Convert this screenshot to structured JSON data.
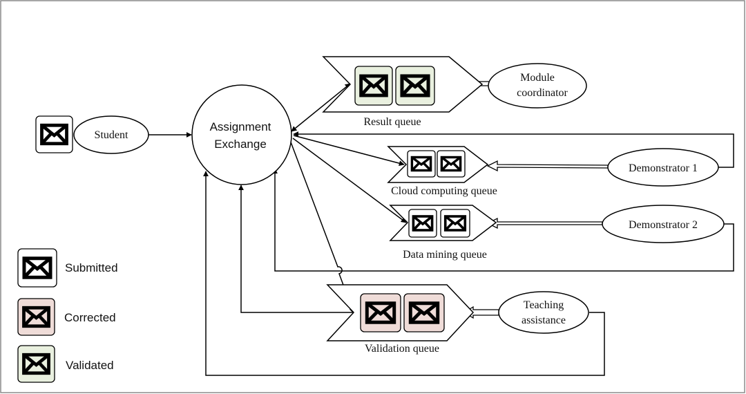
{
  "exchange": {
    "line1": "Assignment",
    "line2": "Exchange"
  },
  "producers": {
    "student": "Student",
    "module_coordinator": {
      "line1": "Module",
      "line2": "coordinator"
    },
    "demonstrator_1": "Demonstrator 1",
    "demonstrator_2": "Demonstrator 2",
    "teaching_assistance": {
      "line1": "Teaching",
      "line2": "assistance"
    }
  },
  "queues": {
    "result": "Result queue",
    "cloud_computing": "Cloud computing queue",
    "data_mining": "Data mining queue",
    "validation": "Validation queue"
  },
  "legend": {
    "submitted": "Submitted",
    "corrected": "Corrected",
    "validated": "Validated"
  },
  "colors": {
    "submitted": "#ffffff",
    "corrected": "#efdcd8",
    "validated": "#e9f0df",
    "line": "#000000",
    "frame": "#8a8a8a"
  },
  "icons": [
    "envelope-icon"
  ]
}
